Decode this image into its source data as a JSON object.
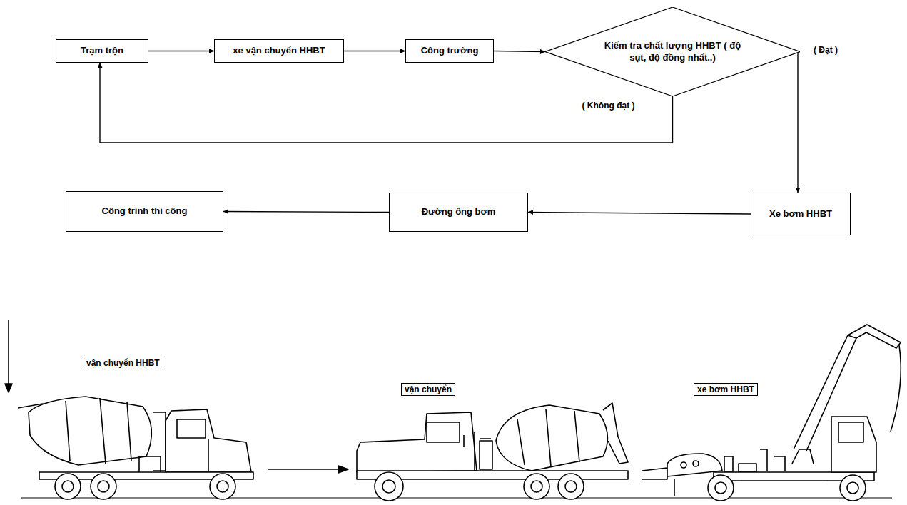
{
  "diagram": {
    "nodes": [
      {
        "text": [
          "Trạm trộn"
        ]
      },
      {
        "text": [
          "xe vận chuyển HHBT"
        ]
      },
      {
        "text": [
          "Công trường"
        ]
      },
      {
        "text": [
          "Kiểm tra chất lượng HHBT ( độ sụt, độ đồng nhất..)"
        ]
      },
      {
        "text": [
          "Xe bơm HHBT"
        ]
      },
      {
        "text": [
          "Đường ống bơm"
        ]
      },
      {
        "text": [
          "Công trình thi công"
        ]
      }
    ],
    "edges": [
      {
        "from": 0,
        "to": 1,
        "arrow": "to"
      },
      {
        "from": 1,
        "to": 2,
        "arrow": "to"
      },
      {
        "from": 2,
        "to": 3,
        "arrow": "to"
      },
      {
        "from": 3,
        "to": 0,
        "label": "( Không đạt )",
        "arrow": "to"
      },
      {
        "from": 3,
        "to": 4,
        "label": "( Đạt )",
        "arrow": "to"
      },
      {
        "from": 4,
        "to": 5,
        "arrow": "to"
      },
      {
        "from": 5,
        "to": 6,
        "arrow": "to"
      }
    ],
    "labels": [
      "vận chuyển HHBT",
      "vận chuyển",
      "xe bơm HHBT"
    ]
  }
}
